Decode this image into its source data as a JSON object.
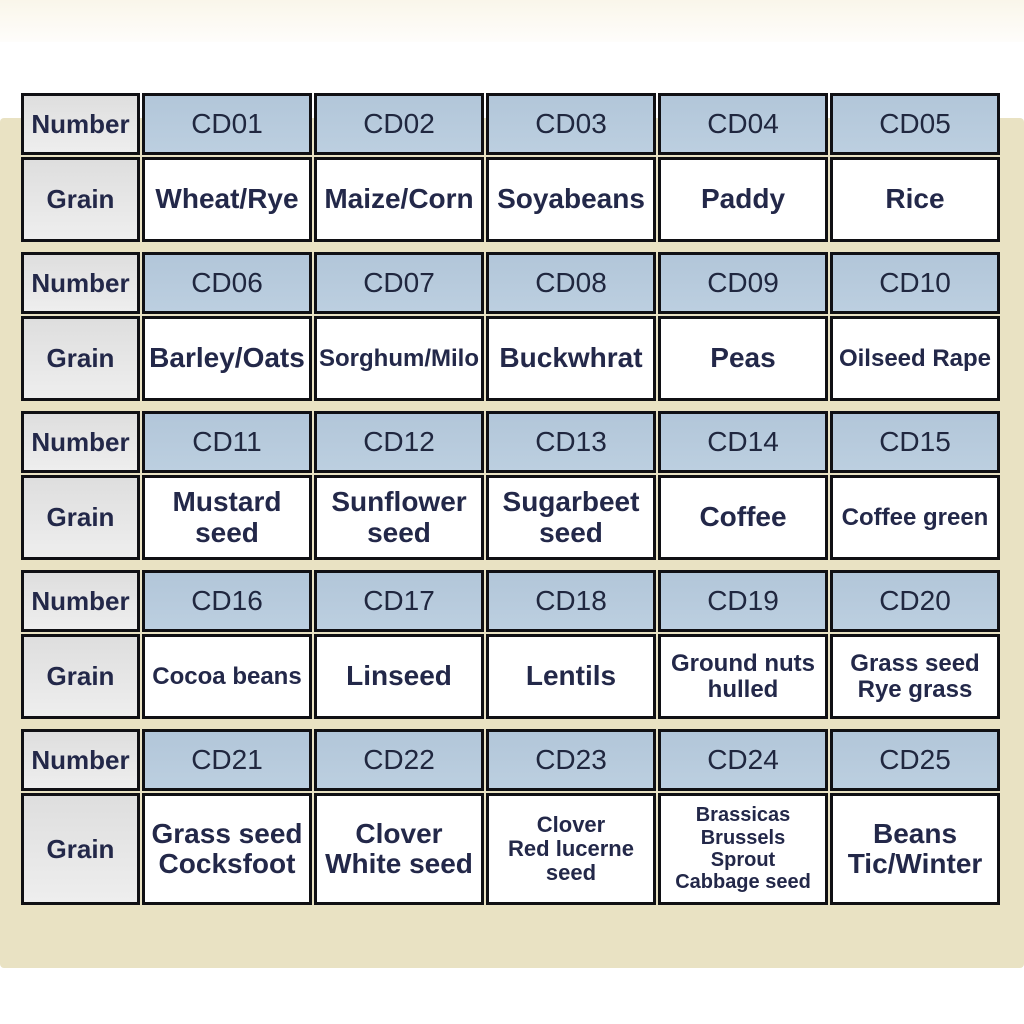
{
  "page": {
    "background_color": "#ffffff",
    "panel_color": "#e9e2c3",
    "header_color": "#b6c9db",
    "label_color": "#e6e6e6",
    "border_color": "#101014",
    "text_color": "#232849"
  },
  "table": {
    "number_label": "Number",
    "grain_label": "Grain",
    "sections": [
      {
        "columns": [
          {
            "code": "CD01",
            "grain": [
              "Wheat/Rye"
            ],
            "size": "lg"
          },
          {
            "code": "CD02",
            "grain": [
              "Maize/Corn"
            ],
            "size": "lg"
          },
          {
            "code": "CD03",
            "grain": [
              "Soyabeans"
            ],
            "size": "lg"
          },
          {
            "code": "CD04",
            "grain": [
              "Paddy"
            ],
            "size": "lg"
          },
          {
            "code": "CD05",
            "grain": [
              "Rice"
            ],
            "size": "lg"
          }
        ]
      },
      {
        "columns": [
          {
            "code": "CD06",
            "grain": [
              "Barley/Oats"
            ],
            "size": "lg"
          },
          {
            "code": "CD07",
            "grain": [
              "Sorghum/Milo"
            ],
            "size": "md"
          },
          {
            "code": "CD08",
            "grain": [
              "Buckwhrat"
            ],
            "size": "lg"
          },
          {
            "code": "CD09",
            "grain": [
              "Peas"
            ],
            "size": "lg"
          },
          {
            "code": "CD10",
            "grain": [
              "Oilseed Rape"
            ],
            "size": "md"
          }
        ]
      },
      {
        "columns": [
          {
            "code": "CD11",
            "grain": [
              "Mustard",
              "seed"
            ],
            "size": "lg"
          },
          {
            "code": "CD12",
            "grain": [
              "Sunflower",
              "seed"
            ],
            "size": "lg"
          },
          {
            "code": "CD13",
            "grain": [
              "Sugarbeet",
              "seed"
            ],
            "size": "lg"
          },
          {
            "code": "CD14",
            "grain": [
              "Coffee"
            ],
            "size": "lg"
          },
          {
            "code": "CD15",
            "grain": [
              "Coffee green"
            ],
            "size": "md"
          }
        ]
      },
      {
        "columns": [
          {
            "code": "CD16",
            "grain": [
              "Cocoa beans"
            ],
            "size": "md"
          },
          {
            "code": "CD17",
            "grain": [
              "Linseed"
            ],
            "size": "lg"
          },
          {
            "code": "CD18",
            "grain": [
              "Lentils"
            ],
            "size": "lg"
          },
          {
            "code": "CD19",
            "grain": [
              "Ground nuts",
              "hulled"
            ],
            "size": "md"
          },
          {
            "code": "CD20",
            "grain": [
              "Grass seed",
              "Rye grass"
            ],
            "size": "md"
          }
        ]
      },
      {
        "columns": [
          {
            "code": "CD21",
            "grain": [
              "Grass seed",
              "Cocksfoot"
            ],
            "size": "lg"
          },
          {
            "code": "CD22",
            "grain": [
              "Clover",
              "White seed"
            ],
            "size": "lg"
          },
          {
            "code": "CD23",
            "grain": [
              "Clover",
              "Red lucerne",
              "seed"
            ],
            "size": "sm"
          },
          {
            "code": "CD24",
            "grain": [
              "Brassicas",
              "Brussels",
              "Sprout",
              "Cabbage seed"
            ],
            "size": "xs"
          },
          {
            "code": "CD25",
            "grain": [
              "Beans",
              "Tic/Winter"
            ],
            "size": "lg"
          }
        ]
      }
    ]
  }
}
